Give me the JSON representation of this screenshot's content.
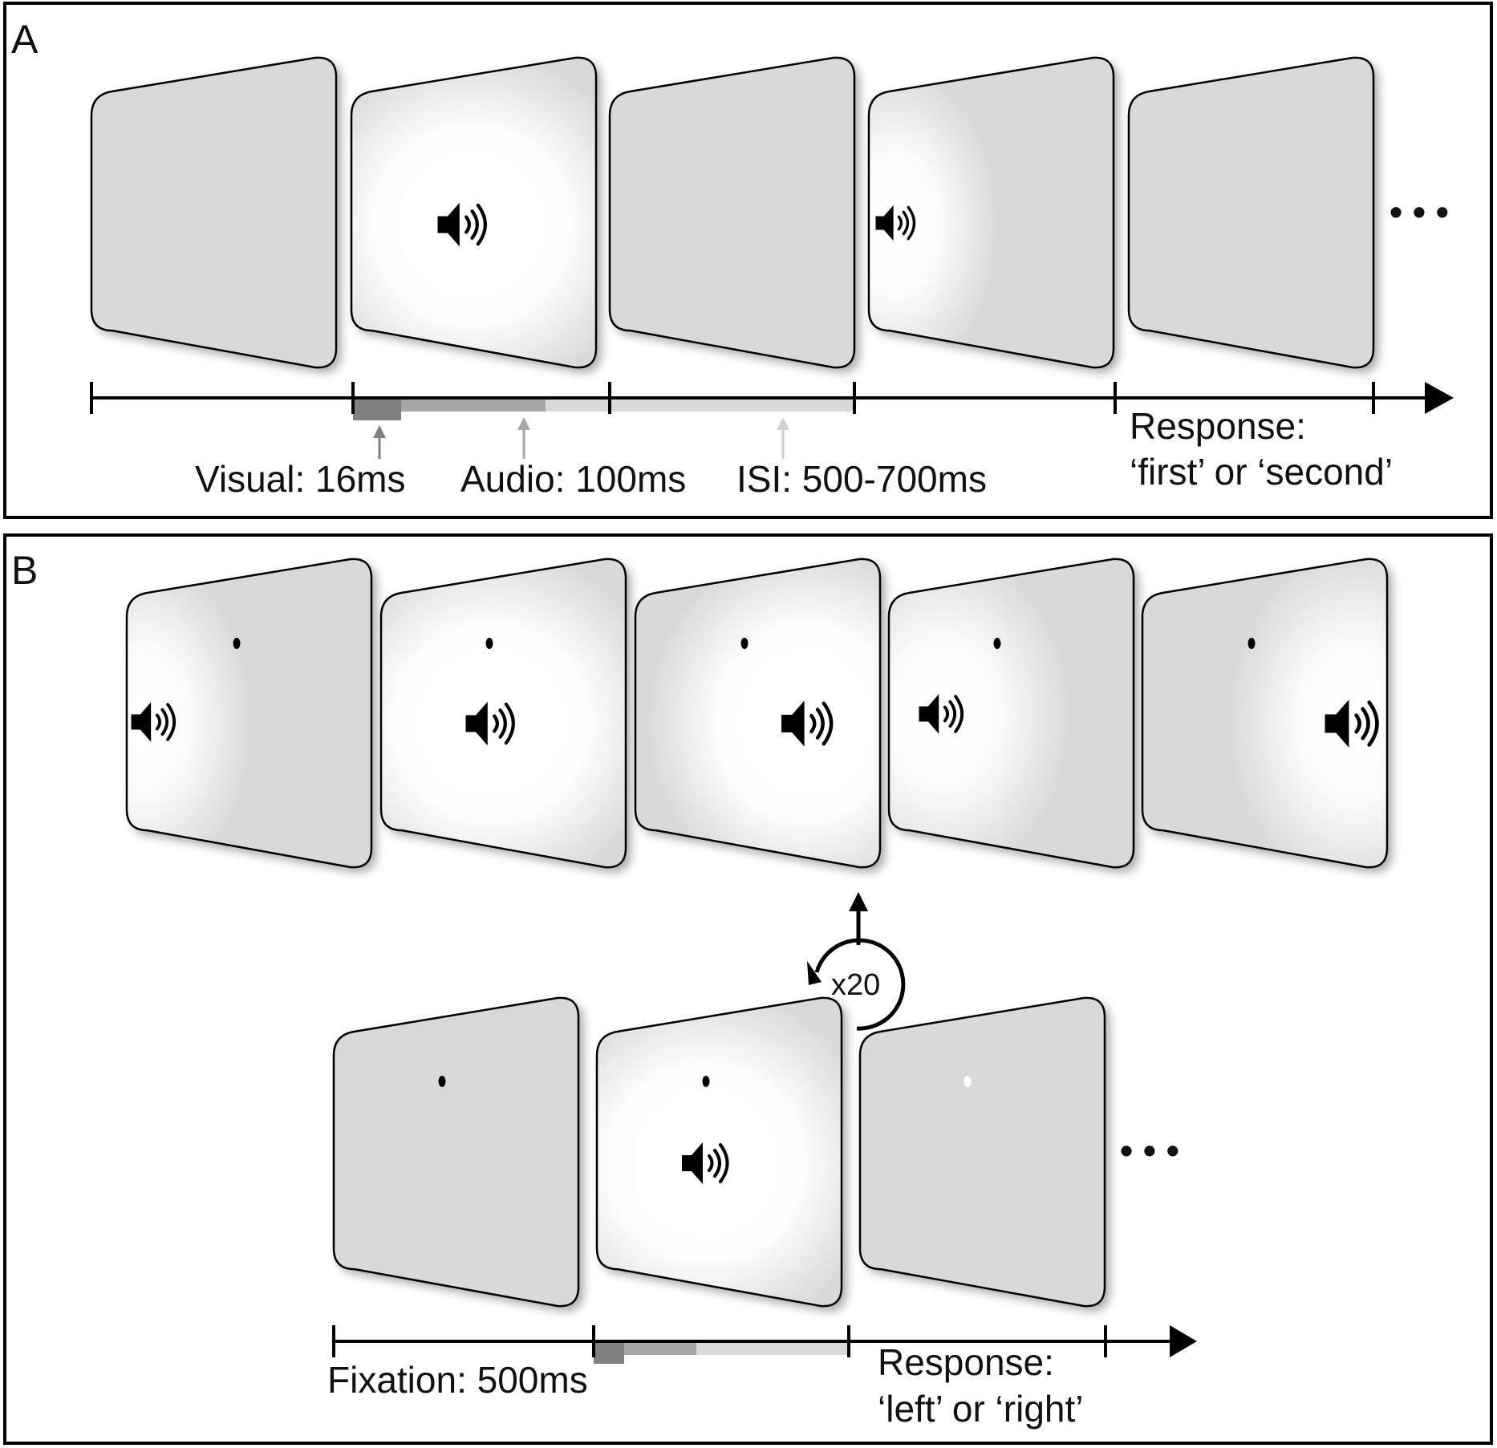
{
  "colors": {
    "panel_border": "#000000",
    "screen_gray": "#d9d9d9",
    "glow": "#ffffff",
    "visual_bar": "#808080",
    "audio_bar": "#a6a6a6",
    "isi_bar": "#d9d9d9",
    "fixation_dot_black": "#000000",
    "fixation_dot_white": "#ffffff"
  },
  "panel_a": {
    "letter": "A",
    "labels": {
      "visual": "Visual: 16ms",
      "audio": "Audio: 100ms",
      "isi": "ISI: 500-700ms",
      "response_line1": "Response:",
      "response_line2": "‘first’ or ‘second’"
    },
    "ellipsis": "• • •"
  },
  "panel_b": {
    "letter": "B",
    "repeat_label": "x20",
    "labels": {
      "fixation": "Fixation: 500ms",
      "response_line1": "Response:",
      "response_line2": "‘left’ or ‘right’"
    },
    "ellipsis": "• • •"
  }
}
